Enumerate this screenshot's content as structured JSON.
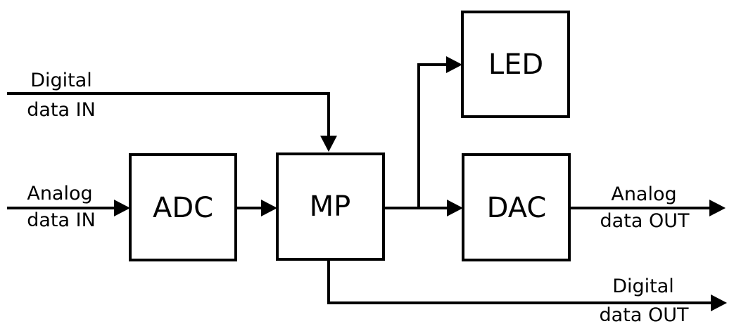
{
  "diagram": {
    "blocks": {
      "adc": "ADC",
      "mp": "MP",
      "led": "LED",
      "dac": "DAC"
    },
    "ports": {
      "digital_in": [
        "Digital",
        "data IN"
      ],
      "analog_in": [
        "Analog",
        "data IN"
      ],
      "analog_out": [
        "Analog",
        "data OUT"
      ],
      "digital_out": [
        "Digital",
        "data OUT"
      ]
    },
    "connections": [
      {
        "from": "digital_in",
        "to": "mp"
      },
      {
        "from": "analog_in",
        "to": "adc"
      },
      {
        "from": "adc",
        "to": "mp"
      },
      {
        "from": "mp",
        "to": "led"
      },
      {
        "from": "mp",
        "to": "dac"
      },
      {
        "from": "dac",
        "to": "analog_out"
      },
      {
        "from": "mp",
        "to": "digital_out"
      }
    ],
    "colors": {
      "line": "#000000",
      "background": "#ffffff"
    }
  }
}
